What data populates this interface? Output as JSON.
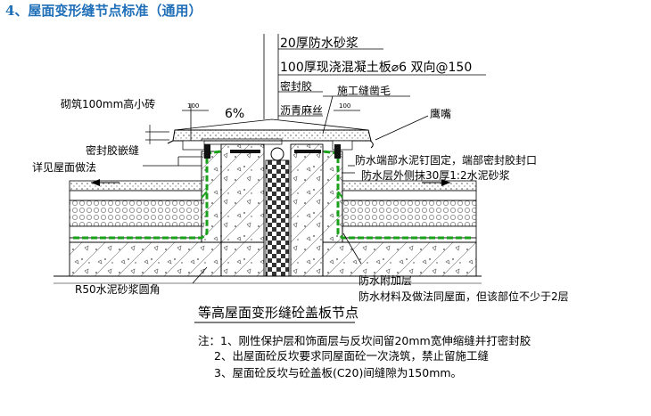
{
  "heading": "4、屋面变形缝节点标准（通用）",
  "labels": {
    "mortar_20": "20厚防水砂浆",
    "slab_100": "100厚现浇混凝土板⌀6 双向@150",
    "sealant": "密封胶",
    "asphalt_hemp": "沥青麻丝",
    "construction_joint": "施工缝凿毛",
    "brick_100": "砌筑100mm高小砖",
    "slope": "6%",
    "dim_left": "100",
    "dim_right": "100",
    "drip": "鹰嘴",
    "sealant_joint": "密封胶嵌缝",
    "nail_fix": "防水端部水泥钉固定，端部密封胶封口",
    "see_roof": "详见屋面做法",
    "outer_mortar": "防水层外侧抹30厚1:2水泥砂浆",
    "r50": "R50水泥砂浆圆角",
    "add_layer": "防水附加层",
    "add_layer_note": "防水材料及做法同屋面，但该部位不少于2层"
  },
  "caption": "等高屋面变形缝砼盖板节点",
  "notes": [
    "注：1、刚性保护层和饰面层与反坎间留20mm宽伸缩缝并打密封胶",
    "2、出屋面砼反坎要求同屋面砼一次浇筑，禁止留施工缝",
    "3、屋面砼反坎与砼盖板(C20)间缝隙为150mm。"
  ],
  "colors": {
    "heading": "#1f6fb8",
    "membrane": "#1aa01a",
    "line": "#000000"
  }
}
